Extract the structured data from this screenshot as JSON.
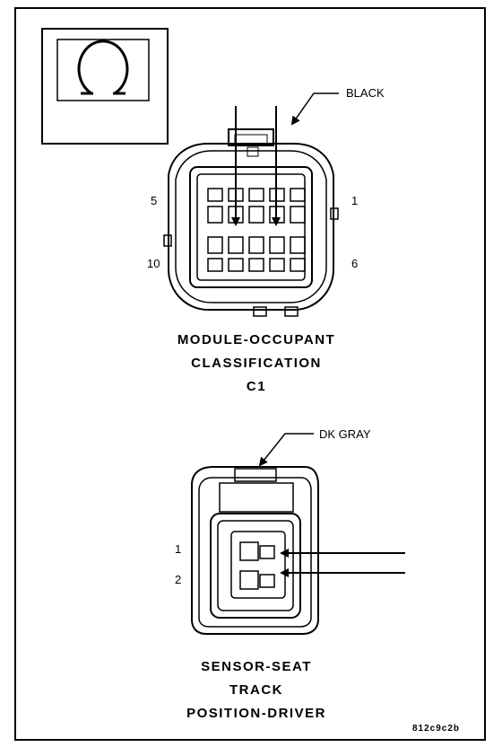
{
  "connector_c1": {
    "color_label": "BLACK",
    "pins": {
      "top_left": "5",
      "top_right": "1",
      "bottom_left": "10",
      "bottom_right": "6"
    },
    "title_lines": [
      "MODULE-OCCUPANT",
      "CLASSIFICATION",
      "C1"
    ]
  },
  "connector_sensor": {
    "color_label": "DK GRAY",
    "pins": {
      "first": "1",
      "second": "2"
    },
    "title_lines": [
      "SENSOR-SEAT",
      "TRACK",
      "POSITION-DRIVER"
    ]
  },
  "view_icon": "connector-face-view-icon",
  "figure_code": "812c9c2b"
}
